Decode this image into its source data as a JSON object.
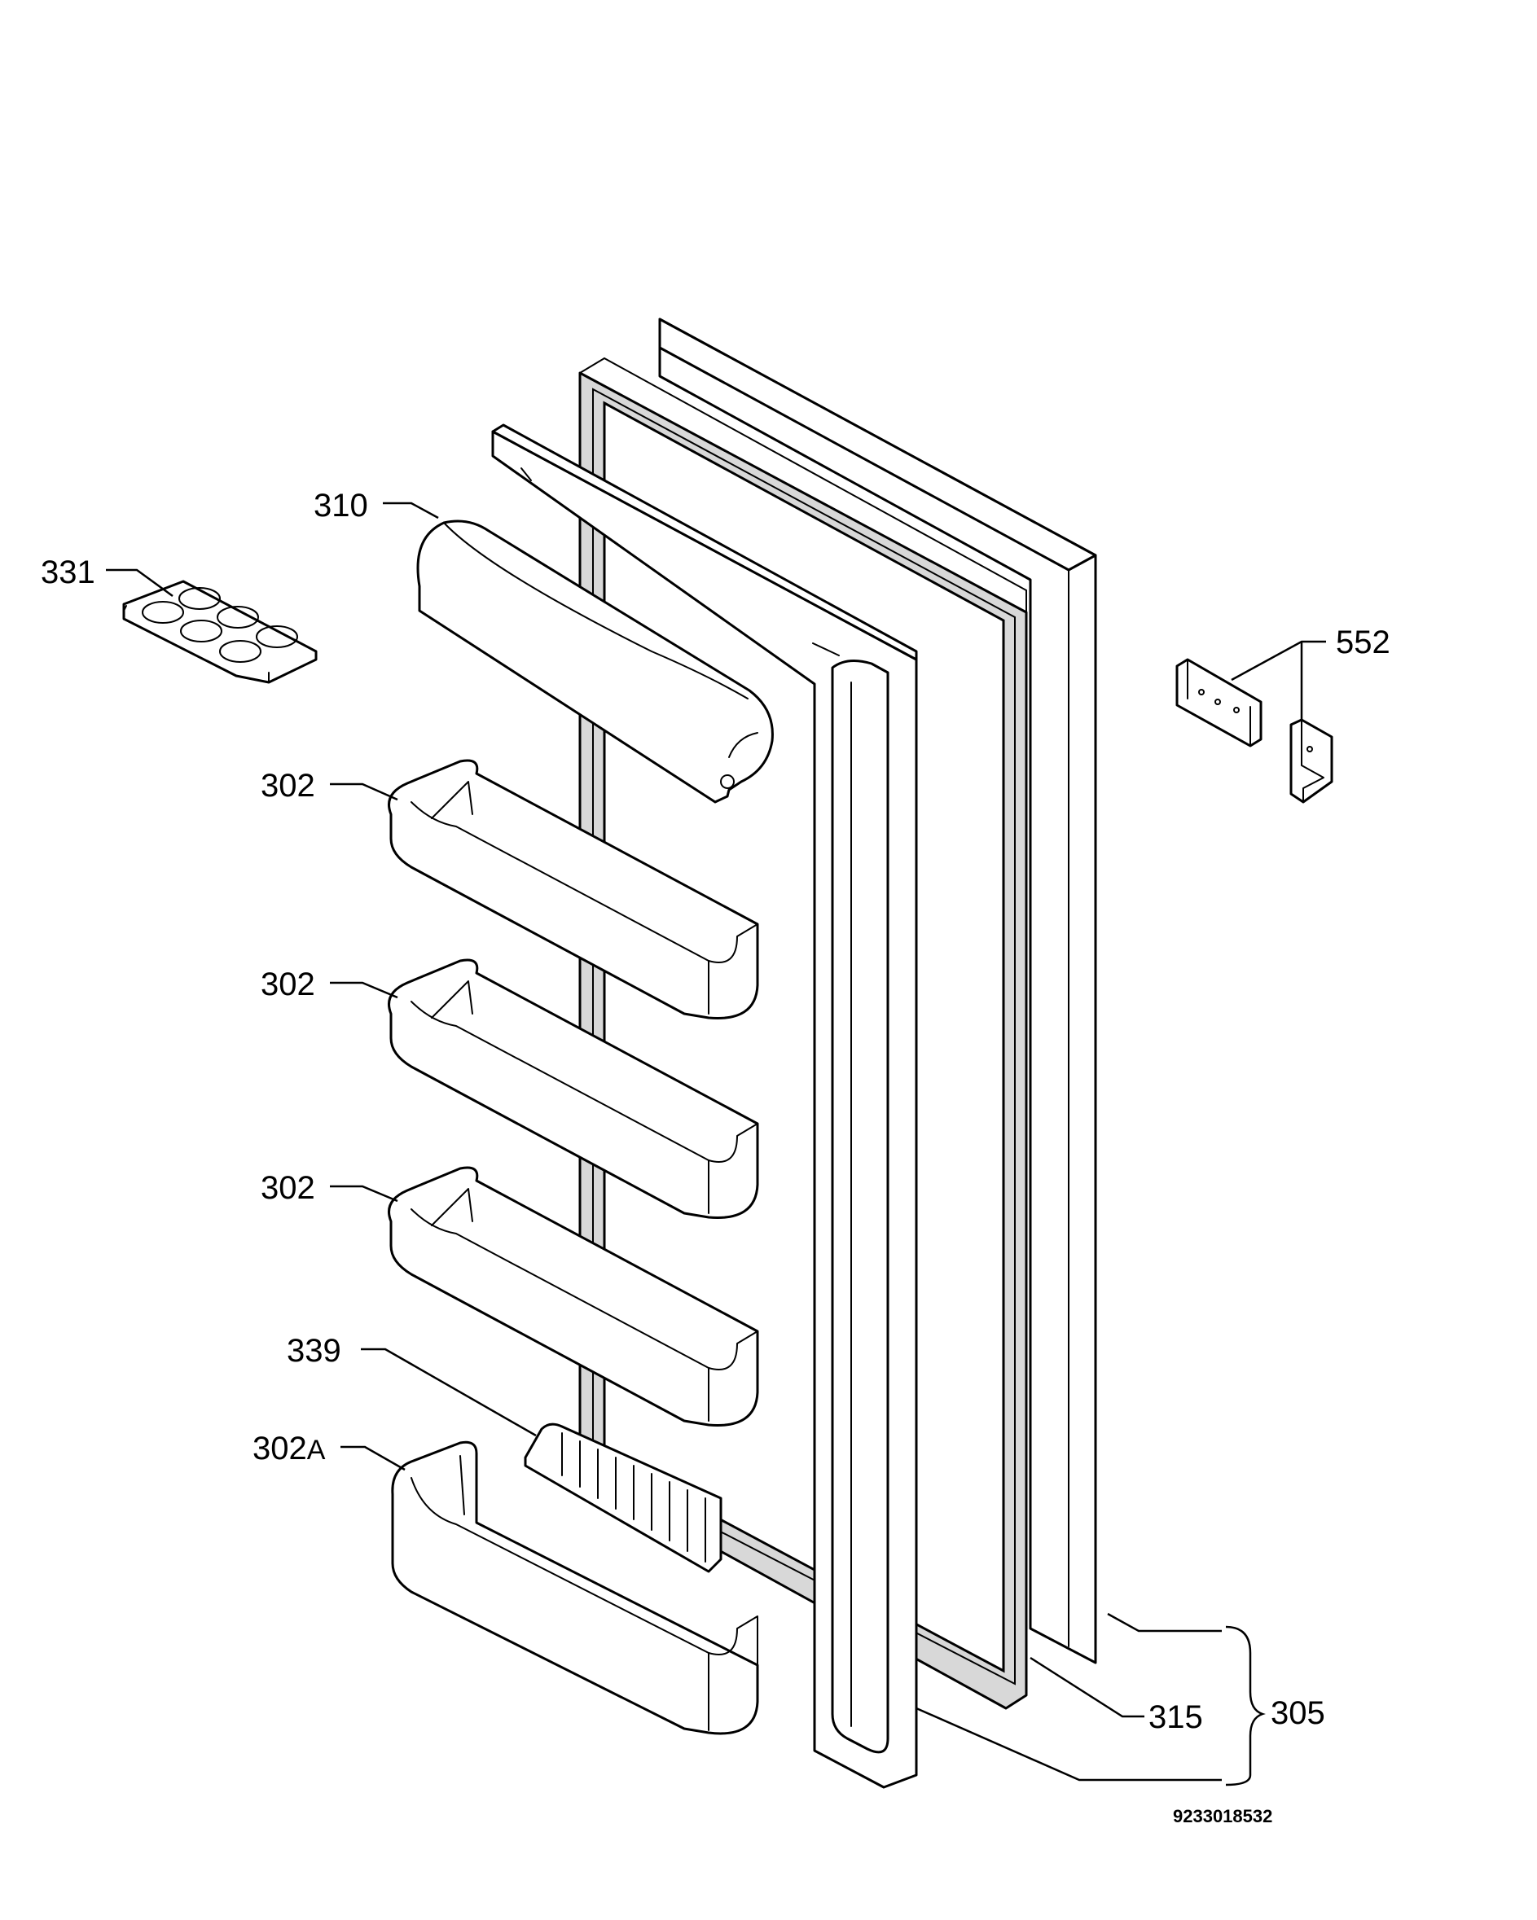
{
  "callouts": {
    "c331": "331",
    "c310": "310",
    "c302_a": "302",
    "c302_b": "302",
    "c302_c": "302",
    "c339": "339",
    "c302A_num": "302",
    "c302A_suffix": "A",
    "c552": "552",
    "c315": "315",
    "c305": "305"
  },
  "drawing_number": "9233018532",
  "colors": {
    "line": "#000000",
    "gasket_fill": "#d8d8d8",
    "background": "#ffffff"
  }
}
